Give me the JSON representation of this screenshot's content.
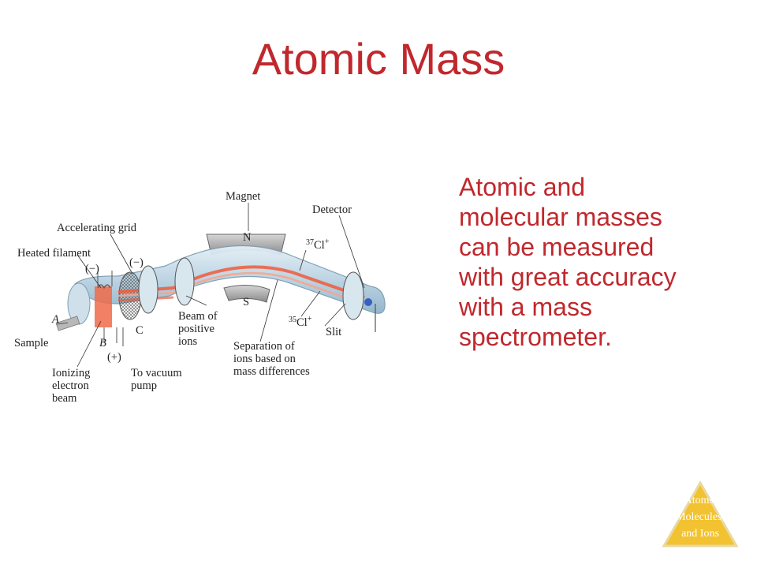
{
  "slide": {
    "title": "Atomic Mass",
    "body_lines": [
      "Atomic and",
      "molecular  masses",
      "can be measured",
      "with great accuracy",
      "with a mass",
      "spectrometer."
    ]
  },
  "diagram": {
    "labels": {
      "magnet": "Magnet",
      "detector": "Detector",
      "accelerating_grid": "Accelerating grid",
      "heated_filament": "Heated filament",
      "minus_1": "(−)",
      "minus_2": "(−)",
      "plus": "(+)",
      "north": "N",
      "south": "S",
      "cl37_mass": "37",
      "cl37_sym": "Cl",
      "cl37_charge": "+",
      "cl35_mass": "35",
      "cl35_sym": "Cl",
      "cl35_charge": "+",
      "a": "A",
      "b": "B",
      "c": "C",
      "sample": "Sample",
      "beam_line1": "Beam of",
      "beam_line2": "positive",
      "beam_line3": "ions",
      "slit": "Slit",
      "separation_line1": "Separation of",
      "separation_line2": "ions based on",
      "separation_line3": "mass differences",
      "ionizing_line1": "Ionizing",
      "ionizing_line2": "electron",
      "ionizing_line3": "beam",
      "vacuum_line1": "To vacuum",
      "vacuum_line2": "pump"
    },
    "colors": {
      "tube": "#bcd4e3",
      "beam": "#f05a3a",
      "magnet": "#a9a9a9"
    }
  },
  "badge": {
    "lines": [
      "Atoms,",
      "Molecules,",
      "and Ions"
    ],
    "color": "#f2c230"
  }
}
